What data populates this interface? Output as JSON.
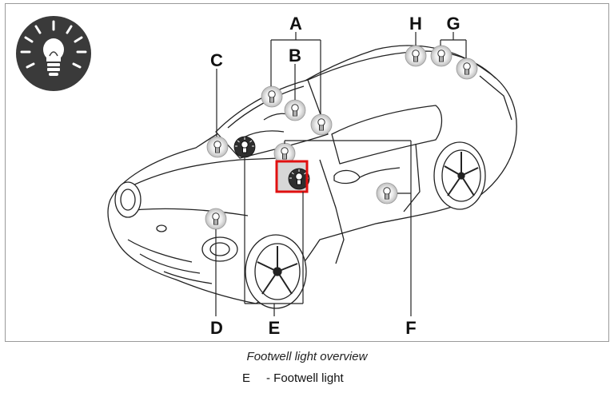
{
  "callouts": {
    "a": "A",
    "b": "B",
    "c": "C",
    "d": "D",
    "e": "E",
    "f": "F",
    "g": "G",
    "h": "H"
  },
  "caption": "Footwell light overview",
  "legend": {
    "key": "E",
    "text": "- Footwell light"
  },
  "colors": {
    "highlight": "#e01010",
    "bulb_badge": "#3a3a3a",
    "line": "#222222"
  },
  "icons": [
    "light-bulb-icon"
  ]
}
